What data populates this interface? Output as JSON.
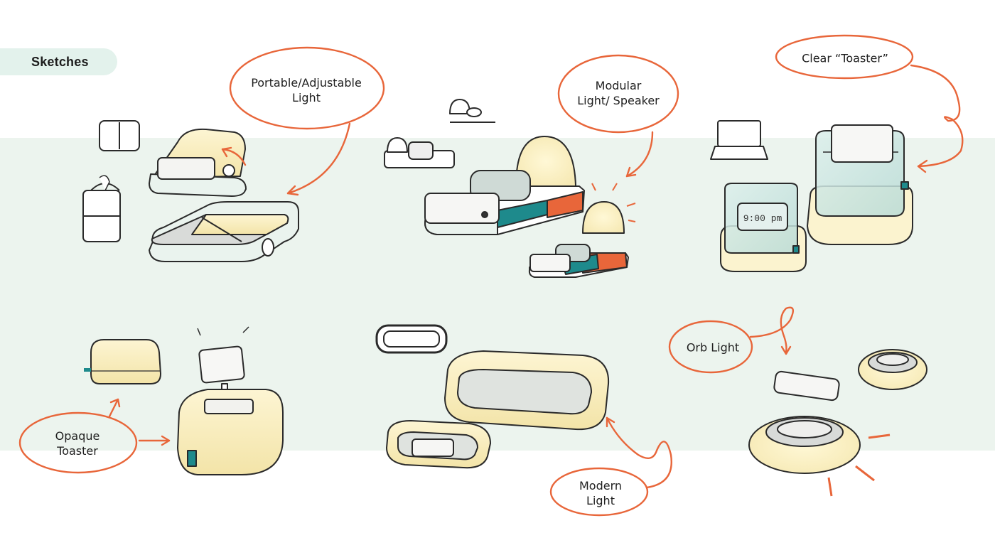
{
  "page": {
    "section_tag": "Sketches"
  },
  "labels": {
    "portable_line1": "Portable/Adjustable",
    "portable_line2": "Light",
    "modular_line1": "Modular",
    "modular_line2": "Light/ Speaker",
    "clear_toaster": "Clear “Toaster”",
    "opaque_line1": "Opaque",
    "opaque_line2": "Toaster",
    "modern_line1": "Modern",
    "modern_line2": "Light",
    "orb_light": "Orb Light",
    "clock_display": "9:00 pm"
  },
  "colors": {
    "accent_orange": "#e8663a",
    "band_green": "#ecf4ee",
    "tag_green": "#e3f2ec",
    "glow_yellow": "#fbf3cf",
    "teal": "#1e8a8c",
    "outline": "#2a2a2a",
    "body_mint": "#eaf3ee",
    "gray_fill": "#d9dbd9",
    "glass_blue": "#cfe6e2"
  },
  "icons": {
    "sketch_portable_light": "portable-light-sketch",
    "sketch_modular_speaker": "modular-speaker-sketch",
    "sketch_clear_toaster": "clear-toaster-sketch",
    "sketch_opaque_toaster": "opaque-toaster-sketch",
    "sketch_modern_light": "modern-light-sketch",
    "sketch_orb_light": "orb-light-sketch"
  }
}
